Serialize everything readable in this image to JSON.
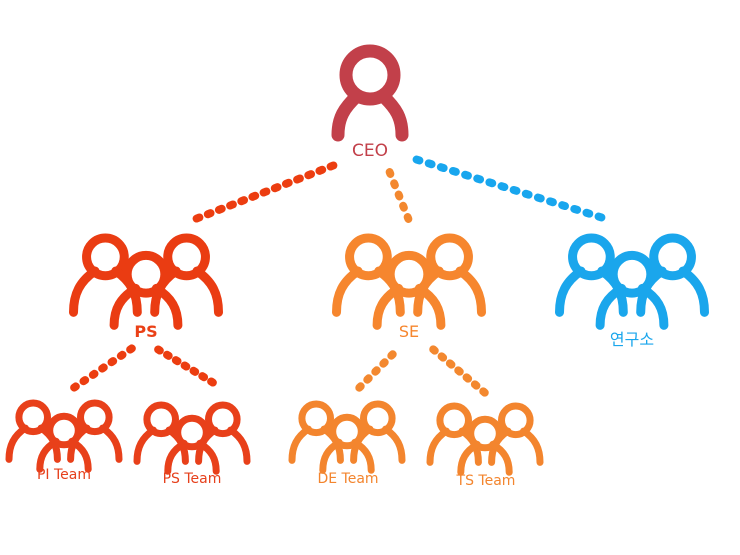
{
  "colors": {
    "ceo": "#c2404a",
    "ps": "#ea3c12",
    "se": "#f6862e",
    "lab": "#1aa6ec",
    "ps_connector": "#ec3d10",
    "se_connector": "#f3882f",
    "lab_connector": "#18a6ee"
  },
  "nodes": {
    "ceo": {
      "label": "CEO",
      "icon": "single-person-icon"
    },
    "ps": {
      "label": "PS",
      "icon": "group-icon"
    },
    "se": {
      "label": "SE",
      "icon": "group-icon"
    },
    "lab": {
      "label": "연구소",
      "icon": "group-icon"
    },
    "pi_team": {
      "label": "PI Team",
      "icon": "group-icon"
    },
    "ps_team": {
      "label": "PS Team",
      "icon": "group-icon"
    },
    "de_team": {
      "label": "DE Team",
      "icon": "group-icon"
    },
    "ts_team": {
      "label": "TS Team",
      "icon": "group-icon"
    }
  }
}
